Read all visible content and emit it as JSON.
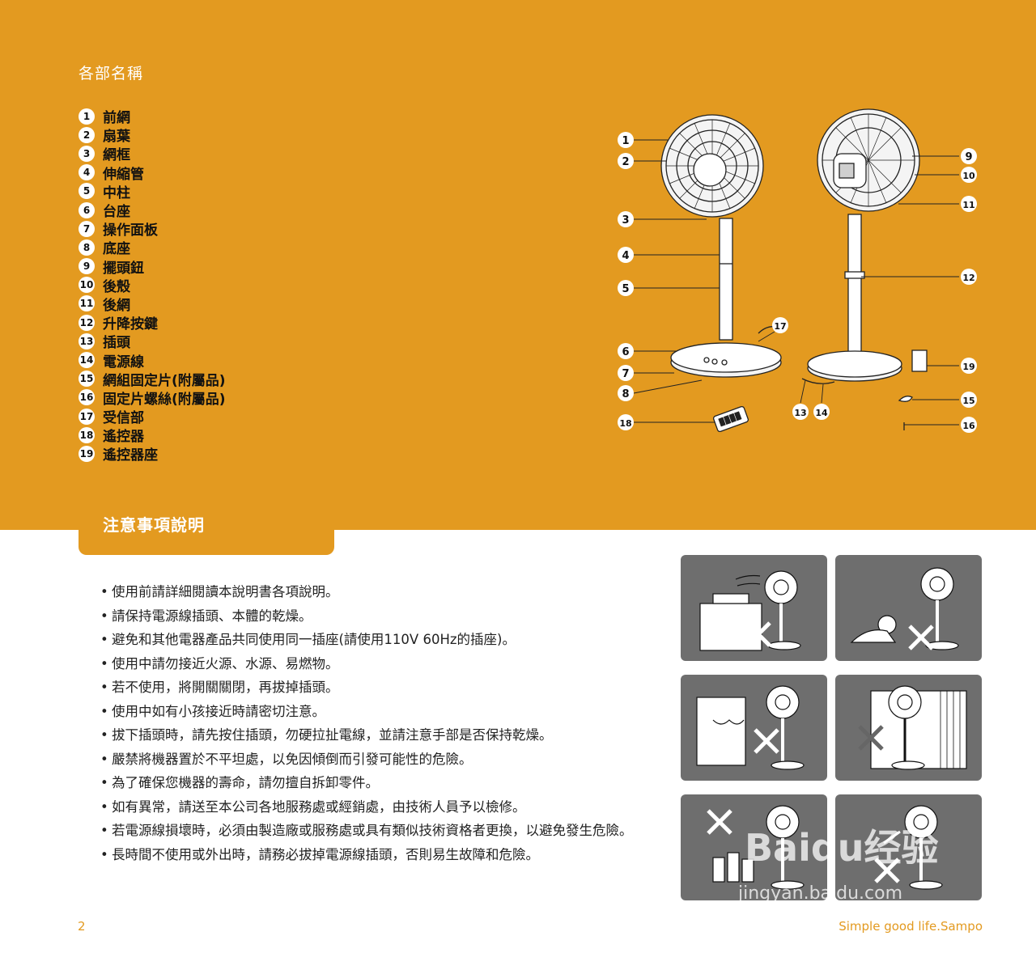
{
  "parts_section": {
    "title": "各部名稱",
    "items": [
      {
        "num": "1",
        "label": "前網"
      },
      {
        "num": "2",
        "label": "扇葉"
      },
      {
        "num": "3",
        "label": "網框"
      },
      {
        "num": "4",
        "label": "伸縮管"
      },
      {
        "num": "5",
        "label": "中柱"
      },
      {
        "num": "6",
        "label": "台座"
      },
      {
        "num": "7",
        "label": "操作面板"
      },
      {
        "num": "8",
        "label": "底座"
      },
      {
        "num": "9",
        "label": "擺頭鈕"
      },
      {
        "num": "10",
        "label": "後殼"
      },
      {
        "num": "11",
        "label": "後網"
      },
      {
        "num": "12",
        "label": "升降按鍵"
      },
      {
        "num": "13",
        "label": "插頭"
      },
      {
        "num": "14",
        "label": "電源線"
      },
      {
        "num": "15",
        "label": "網組固定片(附屬品)"
      },
      {
        "num": "16",
        "label": "固定片螺絲(附屬品)"
      },
      {
        "num": "17",
        "label": "受信部"
      },
      {
        "num": "18",
        "label": "遙控器"
      },
      {
        "num": "19",
        "label": "遙控器座"
      }
    ]
  },
  "diagram_callouts": [
    "1",
    "2",
    "3",
    "4",
    "5",
    "6",
    "7",
    "8",
    "18",
    "17",
    "9",
    "10",
    "11",
    "12",
    "19",
    "15",
    "16",
    "13",
    "14"
  ],
  "precautions": {
    "title": "注意事項說明",
    "items": [
      "使用前請詳細閱讀本說明書各項說明。",
      "請保持電源線插頭、本體的乾燥。",
      "避免和其他電器產品共同使用同一插座(請使用110V 60Hz的插座)。",
      "使用中請勿接近火源、水源、易燃物。",
      "若不使用，將開關關閉，再拔掉插頭。",
      "使用中如有小孩接近時請密切注意。",
      "拔下插頭時，請先按住插頭，勿硬拉扯電線，並請注意手部是否保持乾燥。",
      "嚴禁將機器置於不平坦處，以免因傾倒而引發可能性的危險。",
      "為了確保您機器的壽命，請勿擅自拆卸零件。",
      "如有異常，請送至本公司各地服務處或經銷處，由技術人員予以檢修。",
      "若電源線損壞時，必須由製造廠或服務處或具有類似技術資格者更換，以避免發生危險。",
      "長時間不使用或外出時，請務必拔掉電源線插頭，否則易生故障和危險。"
    ]
  },
  "footer": {
    "page_number": "2",
    "brand": "Simple good life.Sampo"
  },
  "watermark": {
    "logo": "Baidu经验",
    "url": "jingyan.baidu.com"
  },
  "colors": {
    "accent": "#e39a20",
    "panel": "#6e6e6e"
  }
}
